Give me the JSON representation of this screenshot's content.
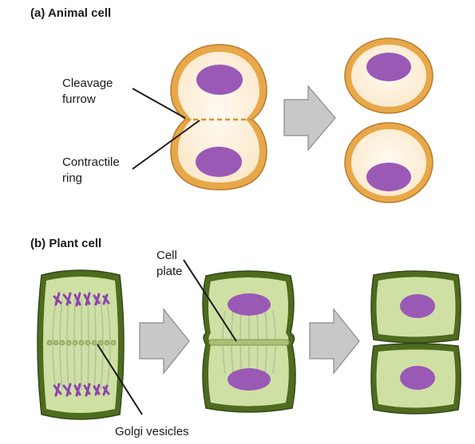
{
  "panels": {
    "animal": {
      "title": "(a) Animal cell",
      "labels": {
        "cleavage_furrow_line1": "Cleavage",
        "cleavage_furrow_line2": "furrow",
        "contractile_ring_line1": "Contractile",
        "contractile_ring_line2": "ring"
      }
    },
    "plant": {
      "title": "(b) Plant cell",
      "labels": {
        "cell_plate_line1": "Cell",
        "cell_plate_line2": "plate",
        "golgi_vesicles": "Golgi vesicles"
      }
    }
  },
  "colors": {
    "animal_membrane": "#e8a84a",
    "animal_membrane_inner": "#f3d08e",
    "animal_cytoplasm": "#fdf3e3",
    "nucleus": "#9b59b6",
    "plant_wall": "#4e6b1e",
    "plant_wall_inner": "#7a9a3a",
    "plant_cytoplasm": "#cfe0a4",
    "chromosome": "#8e44ad",
    "spindle": "#b9c9a8",
    "arrow_fill": "#c8c8c8",
    "arrow_stroke": "#8a8a8a",
    "leader_line": "#1a1a1a"
  }
}
